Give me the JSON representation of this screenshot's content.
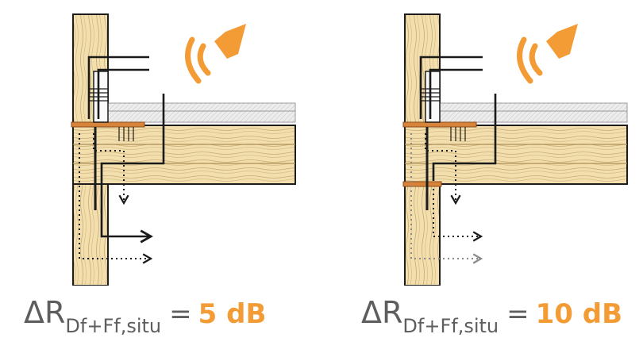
{
  "colors": {
    "wood": "#f3dfae",
    "wood_grain": "#c9ab72",
    "outline": "#1c1c1c",
    "interlayer": "#d8833a",
    "accent": "#f39c36",
    "text": "#5e5e5e",
    "path": "#1a1a1a",
    "path_faint": "#8a8a8a",
    "screed": "#ededed"
  },
  "icons": {
    "speaker": "speaker-sound-icon"
  },
  "details": [
    {
      "delta_symbol": "ΔR",
      "subscript": "Df+Ff,situ",
      "equals": "=",
      "value": "5 dB",
      "interlayers": 1
    },
    {
      "delta_symbol": "ΔR",
      "subscript": "Df+Ff,situ",
      "equals": "=",
      "value": "10 dB",
      "interlayers": 2
    }
  ]
}
